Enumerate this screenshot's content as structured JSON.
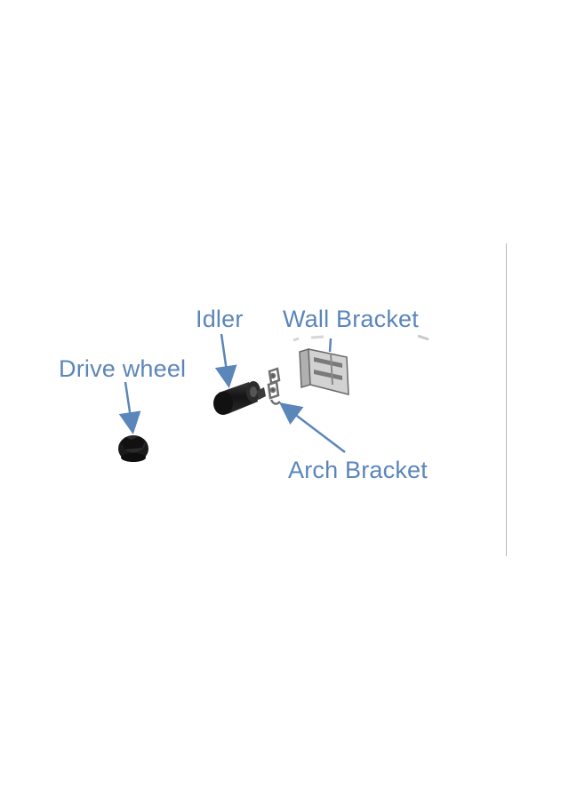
{
  "labels": {
    "idler": "Idler",
    "wall_bracket": "Wall Bracket",
    "drive_wheel": "Drive wheel",
    "arch_bracket": "Arch Bracket"
  },
  "colors": {
    "label_text": "#5b86b9",
    "arrow": "#5b86b9",
    "part_dark": "#1c1c1c",
    "bracket_gray": "#8f8f8f"
  },
  "icons": {
    "drive_wheel": "drive-wheel-part-icon",
    "idler": "idler-roller-part-icon",
    "arch_bracket": "arch-bracket-part-icon",
    "wall_bracket": "wall-bracket-part-icon"
  }
}
